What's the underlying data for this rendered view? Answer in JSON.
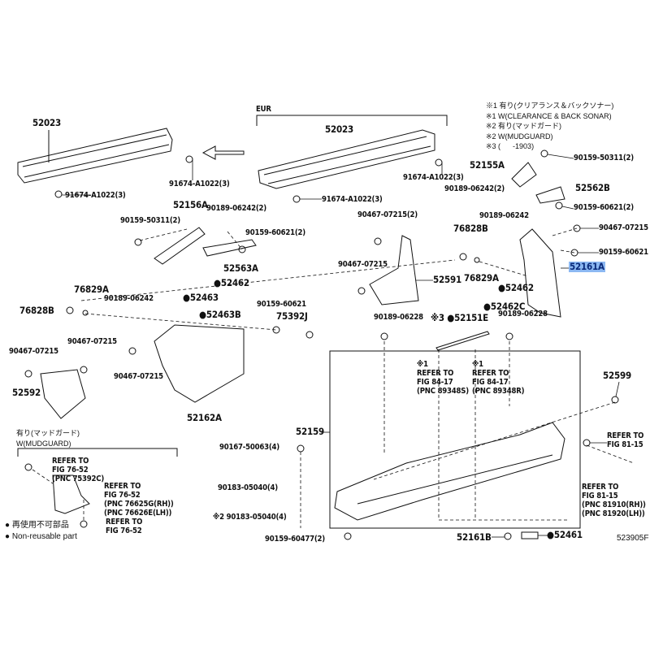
{
  "notes": "※1 有り(クリアランス＆バックソナー)\n※1 W(CLEARANCE & BACK SONAR)\n※2 有り(マッドガード)\n※2 W(MUDGUARD)\n※3 (      -1903)",
  "eur_label": "EUR",
  "labels": [
    "52023",
    "91674-A1022(3)",
    "91674-A1022(3)",
    "52023",
    "91674-A1022(3)",
    "91674-A1022(3)",
    "52155A",
    "90159-50311(2)",
    "90189-06242(2)",
    "52562B",
    "90159-60621(2)",
    "52156A",
    "90189-06242(2)",
    "90159-50311(2)",
    "90159-60621(2)",
    "52563A",
    "●52462",
    "76829A",
    "90189-06242",
    "●52463",
    "76828B",
    "●52463B",
    "90159-60621",
    "75392J",
    "90467-07215",
    "90467-07215",
    "90467-07215",
    "52592",
    "52162A",
    "90467-07215(2)",
    "90467-07215",
    "52591",
    "76828B",
    "76829A",
    "90189-06242",
    "90467-07215",
    "90159-60621",
    "52161A",
    "●52462",
    "●52462C",
    "※3 ●52151E",
    "90189-06228",
    "90189-06228",
    "※1\nREFER TO\nFIG 84-17\n(PNC 89348S)",
    "※1\nREFER TO\nFIG 84-17\n(PNC 89348R)",
    "52599",
    "52159",
    "REFER TO\nFIG 81-15",
    "90167-50063(4)",
    "90183-05040(4)",
    "※2 90183-05040(4)",
    "REFER TO\nFIG 81-15\n(PNC 81910(RH))\n(PNC 81920(LH))",
    "90159-60477(2)",
    "52161B",
    "●52461",
    "523905F"
  ],
  "mudguard": {
    "title_jp": "有り(マッドガード)",
    "title_en": "W(MUDGUARD)",
    "refer_1": "REFER TO\nFIG 76-52\n(PNC 75392C)",
    "refer_2": "REFER TO\nFIG 76-52\n(PNC 76625G(RH))\n(PNC 76626E(LH))",
    "refer_3": "REFER TO\nFIG 76-52"
  },
  "legend": {
    "jp": "再使用不可部品",
    "en": "Non-reusable part"
  },
  "colors": {
    "highlight": "#8cb8f2",
    "line": "#111111"
  }
}
